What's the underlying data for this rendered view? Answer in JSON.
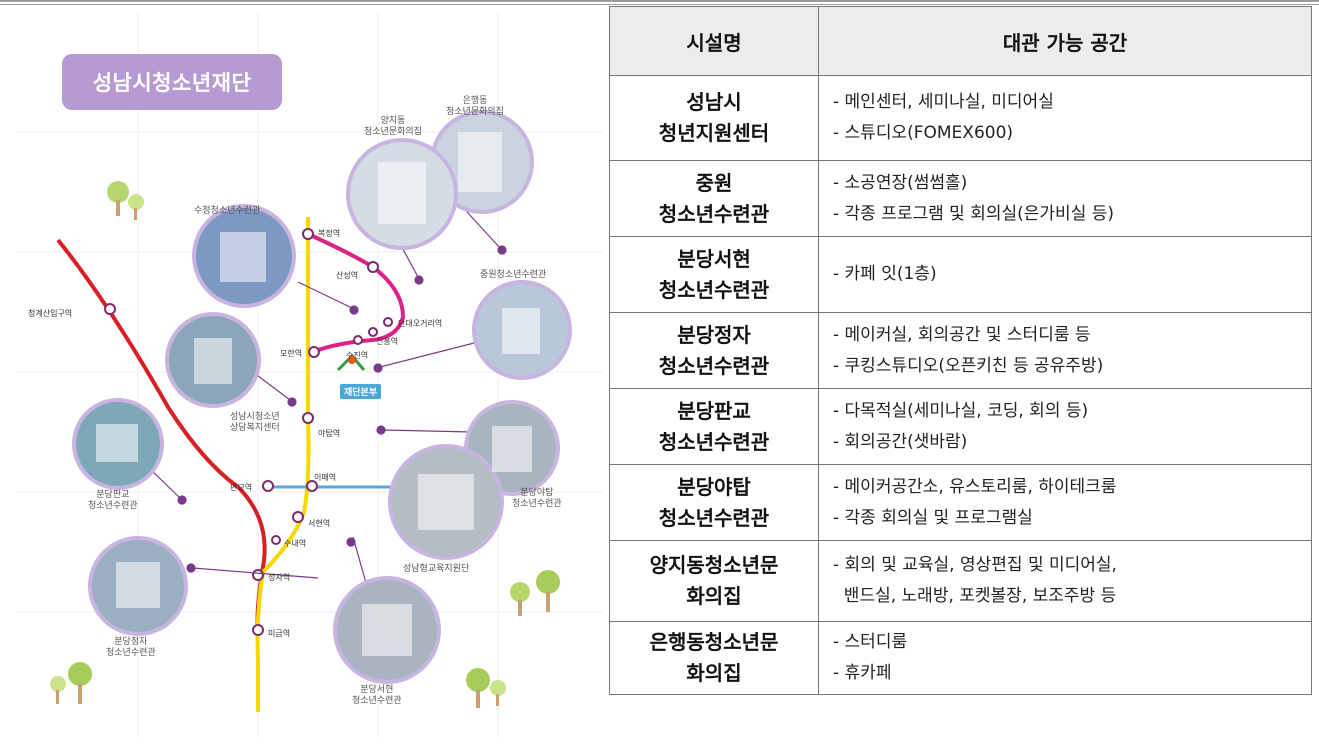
{
  "map": {
    "title": "성남시청소년재단",
    "facility_labels": [
      "은행동\n청소년문화의집",
      "양지동\n청소년문화의집",
      "수정청소년수련관",
      "중원청소년수련관",
      "성남시청소년\n상담복지센터",
      "분당판교\n청소년수련관",
      "분당야탑\n청소년수련관",
      "성남형교육지원단",
      "분당정자\n청소년수련관",
      "분당서현\n청소년수련관"
    ],
    "stations": [
      "복정역",
      "산성역",
      "단대오거리역",
      "신흥역",
      "수진역",
      "모란역",
      "청계산입구역",
      "야탑역",
      "이매역",
      "판교역",
      "서현역",
      "수내역",
      "정자역",
      "미금역"
    ],
    "hq_label": "재단본부"
  },
  "table": {
    "headers": [
      "시설명",
      "대관 가능 공간"
    ],
    "rows": [
      {
        "name": [
          "성남시",
          "청년지원센터"
        ],
        "spaces": [
          "- 메인센터, 세미나실, 미디어실",
          "- 스튜디오(FOMEX600)"
        ]
      },
      {
        "name": [
          "중원",
          "청소년수련관"
        ],
        "spaces": [
          "- 소공연장(썸썸홀)",
          "- 각종 프로그램 및 회의실(은가비실 등)"
        ]
      },
      {
        "name": [
          "분당서현",
          "청소년수련관"
        ],
        "spaces": [
          "- 카페 잇(1층)"
        ]
      },
      {
        "name": [
          "분당정자",
          "청소년수련관"
        ],
        "spaces": [
          "- 메이커실, 회의공간 및 스터디룸 등",
          "- 쿠킹스튜디오(오픈키친 등 공유주방)"
        ]
      },
      {
        "name": [
          "분당판교",
          "청소년수련관"
        ],
        "spaces": [
          "- 다목적실(세미나실, 코딩, 회의 등)",
          "- 회의공간(샛바람)"
        ]
      },
      {
        "name": [
          "분당야탑",
          "청소년수련관"
        ],
        "spaces": [
          "- 메이커공간소, 유스토리룸, 하이테크룸",
          "- 각종 회의실 및 프로그램실"
        ]
      },
      {
        "name": [
          "양지동청소년문",
          "화의집"
        ],
        "spaces": [
          "- 회의 및 교육실, 영상편집 및 미디어실,",
          "  밴드실, 노래방, 포켓볼장, 보조주방 등"
        ]
      },
      {
        "name": [
          "은행동청소년문",
          "화의집"
        ],
        "spaces": [
          "- 스터디룸",
          "- 휴카페"
        ]
      }
    ]
  },
  "colors": {
    "line_red": "#d81f26",
    "line_yellow": "#f5d800",
    "line_magenta": "#e0218a",
    "line_blue": "#5aa6dc",
    "badge": "#b89ad2",
    "circle_border": "#c8b4e0"
  }
}
